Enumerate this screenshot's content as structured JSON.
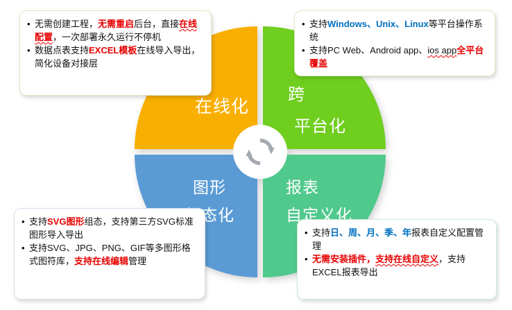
{
  "colors": {
    "quadrant_online": "#F9AF00",
    "quadrant_cross_platform": "#6FCE1E",
    "quadrant_graphic_config": "#5B9BD5",
    "quadrant_report_custom": "#50C98C",
    "emphasis_red": "#E60000",
    "emphasis_blue": "#0070C0",
    "quadrant_label_text": "#FFFFFF",
    "body_text": "#111111",
    "sync_icon_gray": "#A3A9AE"
  },
  "diagram": {
    "center_icon": "sync-arrows",
    "quadrants": {
      "online": {
        "label": "在线化",
        "lines": [
          "在线化"
        ]
      },
      "cross_platform": {
        "label": "跨平台化",
        "lines": [
          "跨",
          "平台化"
        ]
      },
      "graphic_config": {
        "label": "图形组态化",
        "lines": [
          "图形",
          "组态化"
        ]
      },
      "report_custom": {
        "label": "报表自定义化",
        "lines": [
          "报表",
          "自定义化"
        ]
      }
    }
  },
  "callouts": {
    "top_left": {
      "bullets": [
        {
          "segments": [
            {
              "text": "无需创建工程，"
            },
            {
              "text": "无需重启",
              "color": "red",
              "bold": true
            },
            {
              "text": "后台，直接"
            },
            {
              "text": "在线配置",
              "color": "red",
              "bold": true,
              "wavy": true
            },
            {
              "text": "，一次部署永久运行不停机"
            }
          ]
        },
        {
          "segments": [
            {
              "text": "数据点表支持"
            },
            {
              "text": "EXCEL模板",
              "color": "red",
              "bold": true
            },
            {
              "text": "在线导入导出，简化设备对接层"
            }
          ]
        }
      ]
    },
    "top_right": {
      "bullets": [
        {
          "segments": [
            {
              "text": "支持"
            },
            {
              "text": "Windows、Unix、Linux",
              "color": "blue",
              "bold": true
            },
            {
              "text": "等平台操作系统"
            }
          ]
        },
        {
          "segments": [
            {
              "text": "支持PC Web、Android app、"
            },
            {
              "text": "ios app",
              "wavy": true
            },
            {
              "text": "全平台覆盖",
              "color": "red",
              "bold": true
            }
          ]
        }
      ]
    },
    "bottom_left": {
      "bullets": [
        {
          "segments": [
            {
              "text": "支持"
            },
            {
              "text": "SVG图形",
              "color": "red",
              "bold": true
            },
            {
              "text": "组态，支持第三方SVG标准图形导入导出"
            }
          ]
        },
        {
          "segments": [
            {
              "text": "支持SVG、JPG、PNG、GIF等多图形格式图符库，"
            },
            {
              "text": "支持在线编辑",
              "color": "red",
              "bold": true
            },
            {
              "text": "管理"
            }
          ]
        }
      ]
    },
    "bottom_right": {
      "bullets": [
        {
          "segments": [
            {
              "text": "支持"
            },
            {
              "text": "日、周、月、季、年",
              "color": "blue",
              "bold": true
            },
            {
              "text": "报表自定义配置管理"
            }
          ]
        },
        {
          "segments": [
            {
              "text": "无需安装插件，",
              "color": "red",
              "bold": true
            },
            {
              "text": "支持在线自定义",
              "color": "red",
              "bold": true,
              "wavy": true
            },
            {
              "text": "，支持EXCEL报表导出"
            }
          ]
        }
      ]
    }
  }
}
